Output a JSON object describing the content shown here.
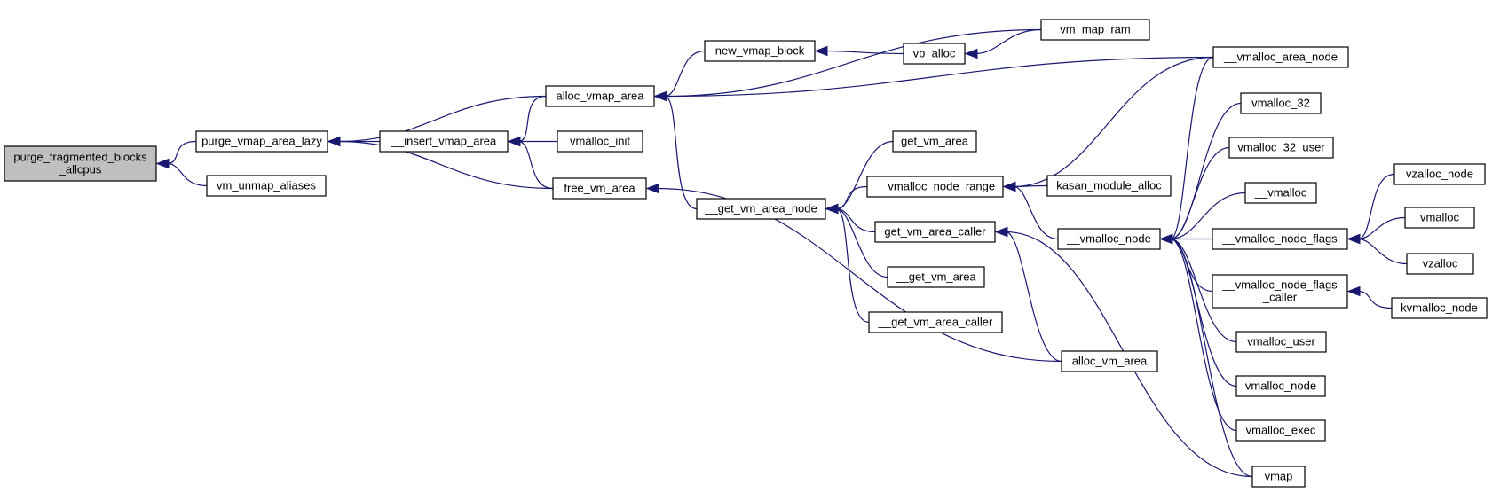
{
  "nodes": [
    {
      "id": "root",
      "lines": [
        "purge_fragmented_blocks",
        "_allcpus"
      ]
    },
    {
      "id": "purge_vmap_area_lazy",
      "lines": [
        "purge_vmap_area_lazy"
      ]
    },
    {
      "id": "vm_unmap_aliases",
      "lines": [
        "vm_unmap_aliases"
      ]
    },
    {
      "id": "insert_vmap_area",
      "lines": [
        "__insert_vmap_area"
      ]
    },
    {
      "id": "alloc_vmap_area",
      "lines": [
        "alloc_vmap_area"
      ]
    },
    {
      "id": "vmalloc_init",
      "lines": [
        "vmalloc_init"
      ]
    },
    {
      "id": "free_vm_area",
      "lines": [
        "free_vm_area"
      ]
    },
    {
      "id": "new_vmap_block",
      "lines": [
        "new_vmap_block"
      ]
    },
    {
      "id": "vb_alloc",
      "lines": [
        "vb_alloc"
      ]
    },
    {
      "id": "vm_map_ram",
      "lines": [
        "vm_map_ram"
      ]
    },
    {
      "id": "get_vm_area_node",
      "lines": [
        "__get_vm_area_node"
      ]
    },
    {
      "id": "get_vm_area",
      "lines": [
        "get_vm_area"
      ]
    },
    {
      "id": "vmalloc_node_range",
      "lines": [
        "__vmalloc_node_range"
      ]
    },
    {
      "id": "get_vm_area_caller",
      "lines": [
        "get_vm_area_caller"
      ]
    },
    {
      "id": "uu_get_vm_area",
      "lines": [
        "__get_vm_area"
      ]
    },
    {
      "id": "uu_get_vm_area_caller",
      "lines": [
        "__get_vm_area_caller"
      ]
    },
    {
      "id": "kasan_module_alloc",
      "lines": [
        "kasan_module_alloc"
      ]
    },
    {
      "id": "uu_vmalloc_node",
      "lines": [
        "__vmalloc_node"
      ]
    },
    {
      "id": "alloc_vm_area",
      "lines": [
        "alloc_vm_area"
      ]
    },
    {
      "id": "vmalloc_area_node",
      "lines": [
        "__vmalloc_area_node"
      ]
    },
    {
      "id": "vmalloc_32",
      "lines": [
        "vmalloc_32"
      ]
    },
    {
      "id": "vmalloc_32_user",
      "lines": [
        "vmalloc_32_user"
      ]
    },
    {
      "id": "uu_vmalloc",
      "lines": [
        "__vmalloc"
      ]
    },
    {
      "id": "vmalloc_node_flags",
      "lines": [
        "__vmalloc_node_flags"
      ]
    },
    {
      "id": "vmalloc_node_flags_caller",
      "lines": [
        "__vmalloc_node_flags",
        "_caller"
      ]
    },
    {
      "id": "vmalloc_user",
      "lines": [
        "vmalloc_user"
      ]
    },
    {
      "id": "vmalloc_node",
      "lines": [
        "vmalloc_node"
      ]
    },
    {
      "id": "vmalloc_exec",
      "lines": [
        "vmalloc_exec"
      ]
    },
    {
      "id": "vmap",
      "lines": [
        "vmap"
      ]
    },
    {
      "id": "vzalloc_node",
      "lines": [
        "vzalloc_node"
      ]
    },
    {
      "id": "vmalloc",
      "lines": [
        "vmalloc"
      ]
    },
    {
      "id": "vzalloc",
      "lines": [
        "vzalloc"
      ]
    },
    {
      "id": "kvmalloc_node",
      "lines": [
        "kvmalloc_node"
      ]
    }
  ],
  "edges": [
    {
      "from": "purge_vmap_area_lazy",
      "to": "root"
    },
    {
      "from": "vm_unmap_aliases",
      "to": "root"
    },
    {
      "from": "insert_vmap_area",
      "to": "purge_vmap_area_lazy"
    },
    {
      "from": "alloc_vmap_area",
      "to": "purge_vmap_area_lazy"
    },
    {
      "from": "free_vm_area",
      "to": "purge_vmap_area_lazy"
    },
    {
      "from": "alloc_vmap_area",
      "to": "insert_vmap_area"
    },
    {
      "from": "vmalloc_init",
      "to": "insert_vmap_area"
    },
    {
      "from": "free_vm_area",
      "to": "insert_vmap_area"
    },
    {
      "from": "new_vmap_block",
      "to": "alloc_vmap_area"
    },
    {
      "from": "vm_map_ram",
      "to": "alloc_vmap_area"
    },
    {
      "from": "vmalloc_area_node",
      "to": "alloc_vmap_area"
    },
    {
      "from": "get_vm_area_node",
      "to": "alloc_vmap_area"
    },
    {
      "from": "vb_alloc",
      "to": "new_vmap_block"
    },
    {
      "from": "vm_map_ram",
      "to": "vb_alloc"
    },
    {
      "from": "alloc_vm_area",
      "to": "free_vm_area"
    },
    {
      "from": "get_vm_area",
      "to": "get_vm_area_node"
    },
    {
      "from": "vmalloc_node_range",
      "to": "get_vm_area_node"
    },
    {
      "from": "get_vm_area_caller",
      "to": "get_vm_area_node"
    },
    {
      "from": "uu_get_vm_area",
      "to": "get_vm_area_node"
    },
    {
      "from": "uu_get_vm_area_caller",
      "to": "get_vm_area_node"
    },
    {
      "from": "kasan_module_alloc",
      "to": "vmalloc_node_range"
    },
    {
      "from": "uu_vmalloc_node",
      "to": "vmalloc_node_range"
    },
    {
      "from": "vmalloc_area_node",
      "to": "vmalloc_node_range"
    },
    {
      "from": "alloc_vm_area",
      "to": "get_vm_area_caller"
    },
    {
      "from": "vmap",
      "to": "get_vm_area_caller"
    },
    {
      "from": "vmalloc_area_node",
      "to": "uu_vmalloc_node"
    },
    {
      "from": "vmalloc_32",
      "to": "uu_vmalloc_node"
    },
    {
      "from": "vmalloc_32_user",
      "to": "uu_vmalloc_node"
    },
    {
      "from": "uu_vmalloc",
      "to": "uu_vmalloc_node"
    },
    {
      "from": "vmalloc_node_flags",
      "to": "uu_vmalloc_node"
    },
    {
      "from": "vmalloc_node_flags_caller",
      "to": "uu_vmalloc_node"
    },
    {
      "from": "vmalloc_user",
      "to": "uu_vmalloc_node"
    },
    {
      "from": "vmalloc_node",
      "to": "uu_vmalloc_node"
    },
    {
      "from": "vmalloc_exec",
      "to": "uu_vmalloc_node"
    },
    {
      "from": "vmap",
      "to": "uu_vmalloc_node"
    },
    {
      "from": "vzalloc_node",
      "to": "vmalloc_node_flags"
    },
    {
      "from": "vmalloc",
      "to": "vmalloc_node_flags"
    },
    {
      "from": "vzalloc",
      "to": "vmalloc_node_flags"
    },
    {
      "from": "kvmalloc_node",
      "to": "vmalloc_node_flags_caller"
    }
  ],
  "colors": {
    "edge": "#191970",
    "root_fill": "#bfbfbf",
    "node_border": "#000000"
  }
}
